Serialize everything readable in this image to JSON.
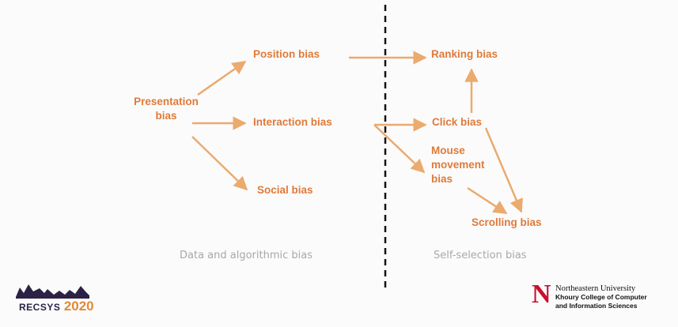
{
  "diagram": {
    "nodes": {
      "presentation": "Presentation bias",
      "position": "Position bias",
      "interaction": "Interaction bias",
      "social": "Social bias",
      "ranking": "Ranking bias",
      "click": "Click bias",
      "mouse": "Mouse movement bias",
      "scrolling": "Scrolling bias"
    },
    "sections": {
      "left": "Data and algorithmic bias",
      "right": "Self-selection bias"
    }
  },
  "footer": {
    "recsys_line1": "RECSYS",
    "recsys_line2": "2020",
    "university": "Northeastern University",
    "college_line1": "Khoury College of Computer",
    "college_line2": "and Information Sciences"
  },
  "colors": {
    "accent": "#e07a3a",
    "arrow": "#ebaa6e",
    "divider": "#111111",
    "muted": "#a8a8a8"
  }
}
